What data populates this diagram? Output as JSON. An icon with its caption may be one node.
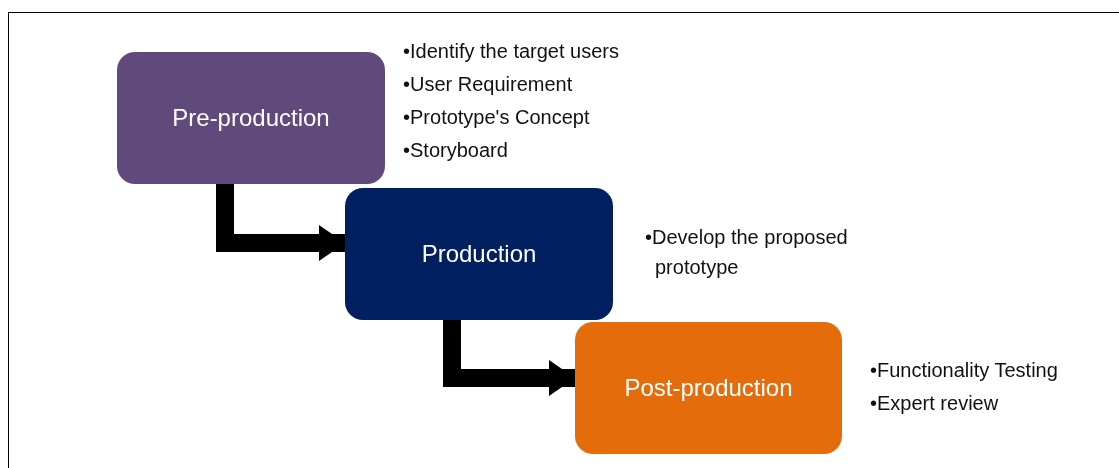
{
  "diagram": {
    "nodes": [
      {
        "text": [
          "Pre-production"
        ],
        "beside": [
          "•Identify the target users",
          "•User Requirement",
          "•Prototype's Concept",
          "•Storyboard"
        ]
      },
      {
        "text": [
          "Production"
        ],
        "beside": [
          "•Develop the proposed prototype"
        ]
      },
      {
        "text": [
          "Post-production"
        ],
        "beside": [
          "•Functionality Testing",
          "•Expert review"
        ]
      }
    ],
    "edges": [
      {
        "from": 0,
        "to": 1,
        "arrow": "to"
      },
      {
        "from": 1,
        "to": 2,
        "arrow": "to"
      }
    ]
  }
}
